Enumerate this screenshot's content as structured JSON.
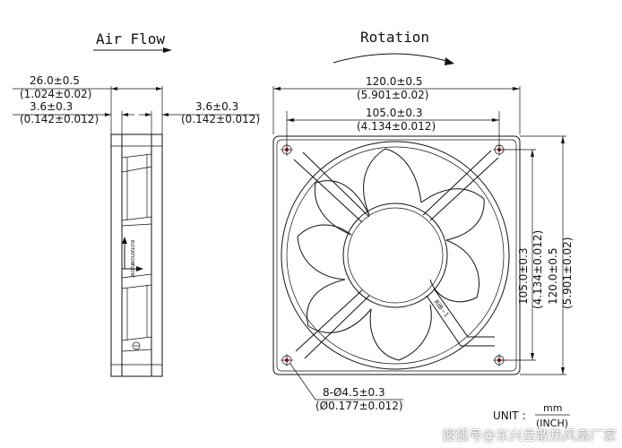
{
  "labels": {
    "air_flow": "Air Flow",
    "rotation": "Rotation"
  },
  "side_dims": {
    "depth_mm": "26.0±0.5",
    "depth_in": "(1.024±0.02)",
    "flange_left_mm": "3.6±0.3",
    "flange_left_in": "(0.142±0.012)",
    "flange_right_mm": "3.6±0.3",
    "flange_right_in": "(0.142±0.012)"
  },
  "front_dims": {
    "outer_mm": "120.0±0.5",
    "outer_in": "(5.901±0.02)",
    "hole_pitch_mm": "105.0±0.3",
    "hole_pitch_in": "(4.134±0.012)",
    "v_pitch_mm": "105.0±0.3",
    "v_pitch_in": "(4.134±0.012)",
    "v_outer_mm": "120.0±0.5",
    "v_outer_in": "(5.901±0.02)",
    "holes": "8-Ø4.5±0.3",
    "holes_in": "(Ø0.177±0.012)"
  },
  "side_label": {
    "rotation": "ROTATION",
    "flow": "FLOW"
  },
  "rib_mark": "RIB~1",
  "unit": {
    "prefix": "UNIT :",
    "top": "mm",
    "bottom": "(INCH)"
  },
  "watermark": "搜狐号@东兴岳散热风扇厂家",
  "colors": {
    "line": "#111111",
    "hole_mark": "#d02020"
  }
}
